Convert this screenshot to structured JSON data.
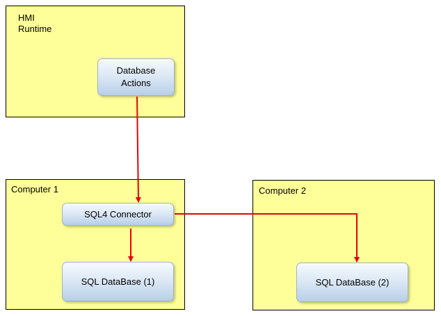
{
  "colors": {
    "container_fill": "#ffff99",
    "container_border": "#000000",
    "node_fill_top": "#f6fafe",
    "node_fill_bottom": "#b8cfe8",
    "connector": "#e8000b"
  },
  "containers": {
    "hmi": {
      "line1": "HMI",
      "line2": "Runtime"
    },
    "computer1": {
      "label": "Computer 1"
    },
    "computer2": {
      "label": "Computer 2"
    }
  },
  "nodes": {
    "database_actions": {
      "line1": "Database",
      "line2": "Actions"
    },
    "sql4_connector": {
      "label": "SQL4 Connector"
    },
    "sql_database_1": {
      "label": "SQL DataBase (1)"
    },
    "sql_database_2": {
      "label": "SQL DataBase (2)"
    }
  },
  "connections": [
    {
      "from": "database_actions",
      "to": "sql4_connector"
    },
    {
      "from": "sql4_connector",
      "to": "sql_database_1"
    },
    {
      "from": "sql4_connector",
      "to": "sql_database_2"
    }
  ]
}
